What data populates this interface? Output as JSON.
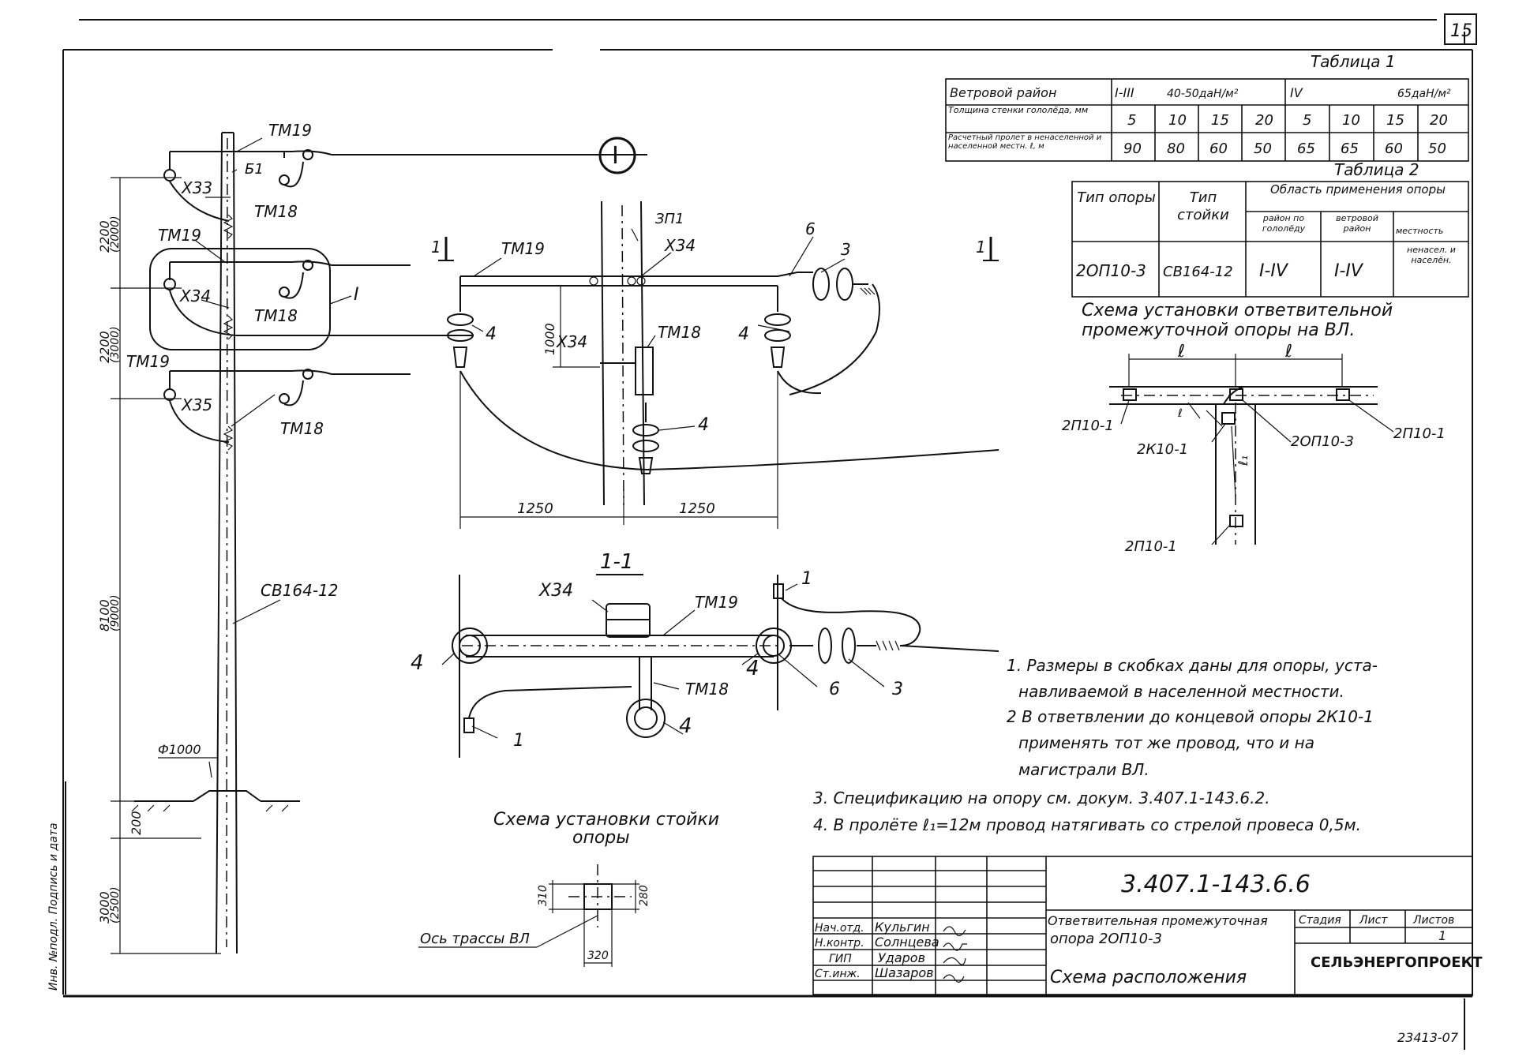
{
  "sheet": {
    "page_number": "15",
    "drawing_code": "3.407.1-143.6.6",
    "bottom_code": "23413-07"
  },
  "table1": {
    "title": "Таблица 1",
    "row_wind": {
      "label": "Ветровой район",
      "group1": "I-III",
      "group1_pressure": "40-50даН/м²",
      "group2": "IV",
      "group2_pressure": "65даН/м²"
    },
    "row_ice": {
      "label": "Толщина стенки гололёда, мм",
      "values": [
        "5",
        "10",
        "15",
        "20",
        "5",
        "10",
        "15",
        "20"
      ]
    },
    "row_span": {
      "label": "Расчетный пролет в ненаселенной и населенной местн. ℓ, м",
      "values": [
        "90",
        "80",
        "60",
        "50",
        "65",
        "65",
        "60",
        "50"
      ]
    }
  },
  "table2": {
    "title": "Таблица 2",
    "col_type": "Тип опоры",
    "col_post": "Тип стойки",
    "col_area": "Область применения опоры",
    "sub_ice": "район по гололёду",
    "sub_wind": "ветровой район",
    "sub_terrain": "местность",
    "row": {
      "type": "2ОП10-3",
      "post": "СВ164-12",
      "ice": "I-IV",
      "wind": "I-IV",
      "terrain": "ненасел. и населён."
    }
  },
  "left_view": {
    "labels": {
      "tm19_a": "ТМ19",
      "b1": "Б1",
      "x33": "Х33",
      "tm18_a": "ТМ18",
      "tm19_b": "ТМ19",
      "x34": "Х34",
      "tm18_b": "ТМ18",
      "node": "I",
      "tm19_c": "ТМ19",
      "x35": "Х35",
      "tm18_c": "ТМ18",
      "post": "СВ164-12",
      "dia": "Ф1000"
    },
    "dims": {
      "d1": "2200",
      "d1b": "(2000)",
      "d2": "2200",
      "d2b": "(3000)",
      "d3": "8100",
      "d3b": "(9000)",
      "d4": "200",
      "d5": "3000",
      "d5b": "(2500)"
    }
  },
  "detail_I": {
    "marker": "I",
    "section_mark": "1",
    "labels": {
      "tm19": "ТМ19",
      "zp1": "ЗП1",
      "x34_top": "Х34",
      "x34_side": "Х34",
      "tm18": "ТМ18",
      "n6": "6",
      "n3": "3",
      "n4_left": "4",
      "n4_right": "4",
      "n4_bottom": "4"
    },
    "dims": {
      "d1000": "1000",
      "left": "1250",
      "right": "1250"
    }
  },
  "section_11": {
    "title": "1-1",
    "labels": {
      "x34": "Х34",
      "tm19": "ТМ19",
      "tm18": "ТМ18",
      "n4_left": "4",
      "n4_mid": "4",
      "n4_bottom": "4",
      "n6": "6",
      "n3": "3",
      "n1_top": "1",
      "n1_bottom": "1"
    }
  },
  "post_scheme": {
    "title_line1": "Схема установки стойки",
    "title_line2": "опоры",
    "d310": "310",
    "d280": "280",
    "d320": "320",
    "axis": "Ось трассы ВЛ"
  },
  "branch_scheme": {
    "title_line1": "Схема установки ответвительной",
    "title_line2": "промежуточной опоры на ВЛ.",
    "l_left": "ℓ",
    "l_right": "ℓ",
    "l1": "ℓ₁",
    "l_small": "ℓ",
    "labels": {
      "a": "2П10-1",
      "b": "2К10-1",
      "c": "2ОП10-3",
      "d": "2П10-1",
      "e": "2П10-1"
    }
  },
  "notes": [
    "1. Размеры в скобках даны для опоры, уста-",
    "навливаемой в населенной местности.",
    "2 В ответвлении до концевой опоры 2К10-1",
    "применять тот же провод, что и на",
    "магистрали ВЛ.",
    "3. Спецификацию на опору см. докум. 3.407.1-143.6.2.",
    "4. В пролёте ℓ₁=12м провод натягивать со стрелой провеса 0,5м."
  ],
  "title_block": {
    "roles": [
      "Нач.отд.",
      "Н.контр.",
      "ГИП",
      "Ст.инж."
    ],
    "names": [
      "Кульгин",
      "Солнцева",
      "Ударов",
      "Шазаров"
    ],
    "description_line1": "Ответвительная промежуточная",
    "description_line2": "опора 2ОП10-3",
    "sheet_title": "Схема расположения",
    "col_stage": "Стадия",
    "col_sheet": "Лист",
    "col_sheets": "Листов",
    "sheets_value": "1",
    "organization": "СЕЛЬЭНЕРГОПРОЕКТ"
  },
  "margin_stamp": "Инв. №подл. Подпись и дата"
}
